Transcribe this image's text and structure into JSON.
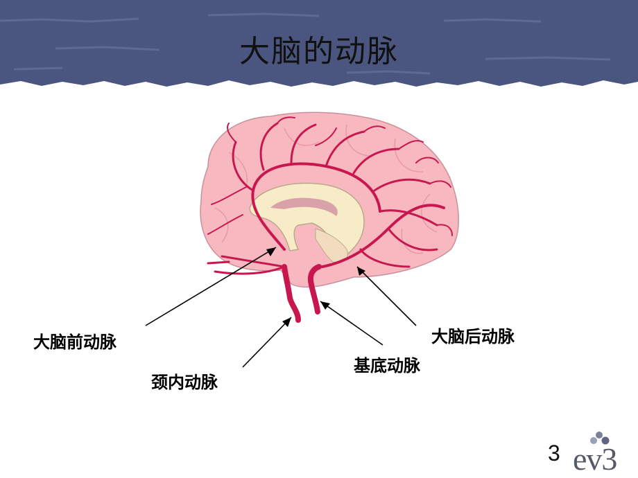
{
  "slide": {
    "title": "大脑的动脉",
    "page_number": "3",
    "logo_text": "ev3"
  },
  "labels": {
    "anterior": "大脑前动脉",
    "internal_carotid": "颈内动脉",
    "basilar": "基底动脉",
    "posterior": "大脑后动脉"
  },
  "colors": {
    "banner": "#4a5680",
    "brain_fill": "#f7b8c0",
    "artery": "#c8174f",
    "ventricle": "#f8ecc8"
  }
}
